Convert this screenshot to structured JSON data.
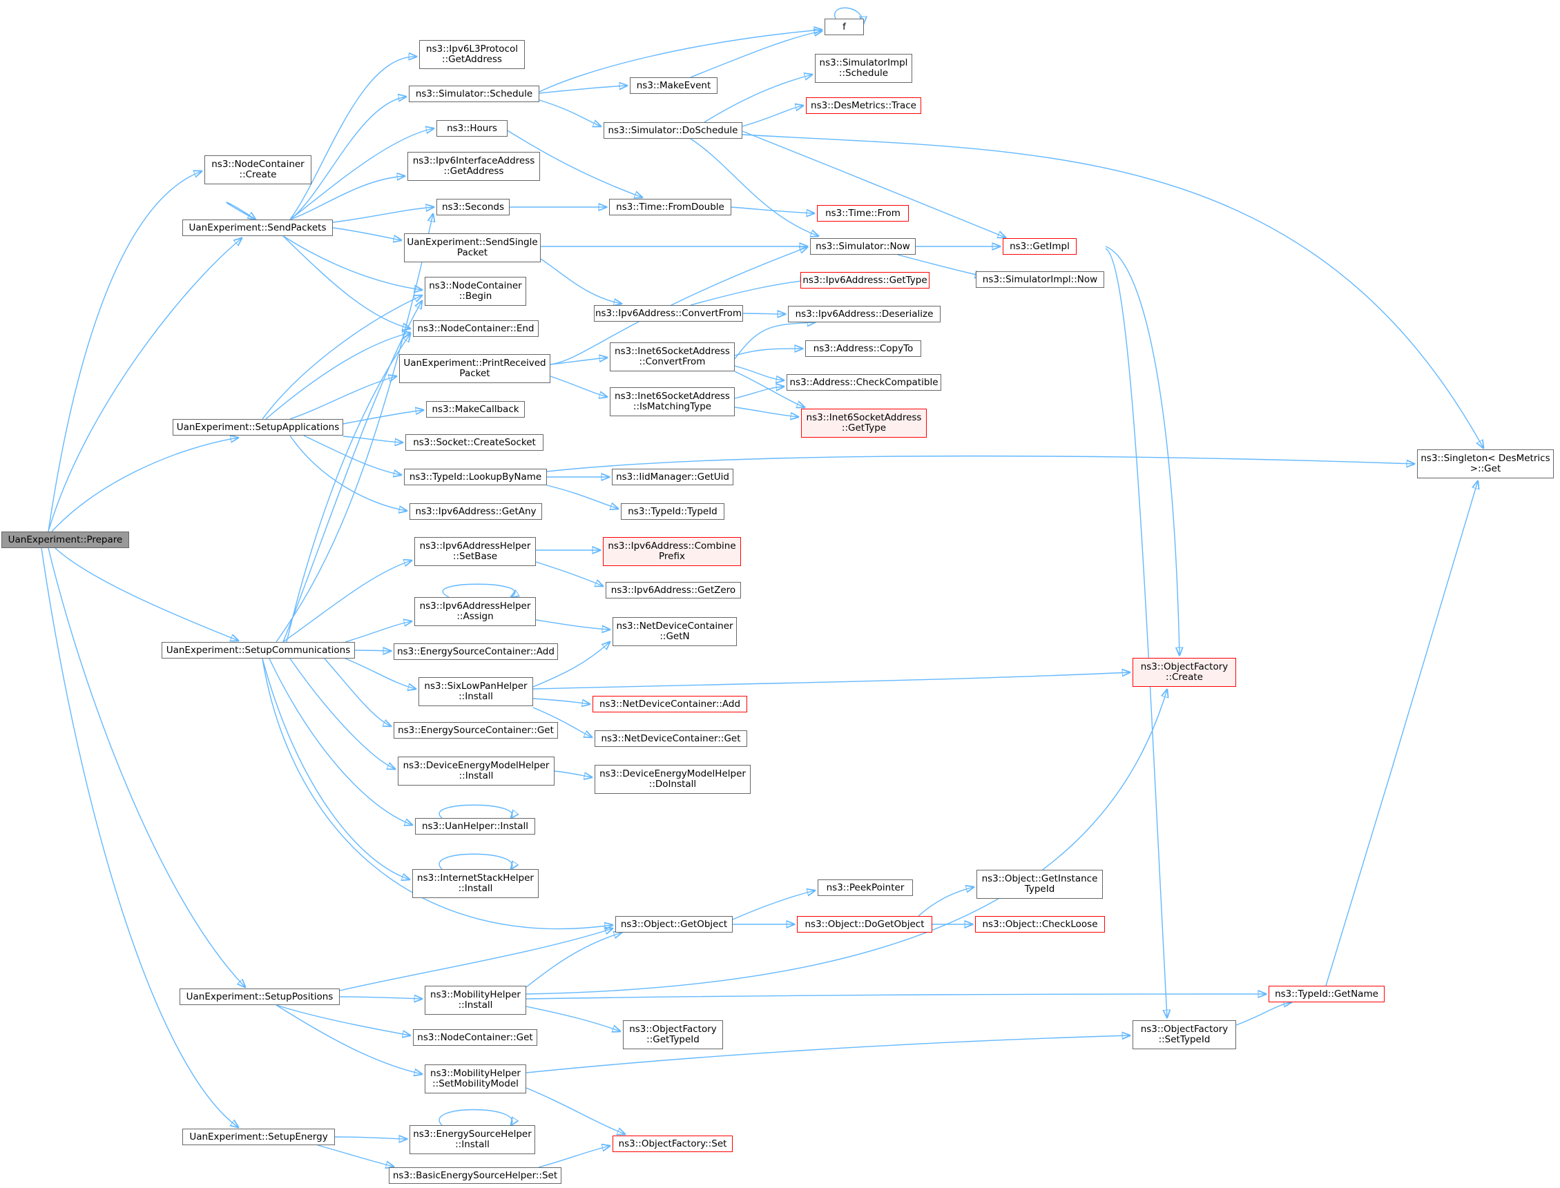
{
  "colors": {
    "edge": "#63b8ff",
    "border": "#666666",
    "truncated_border": "#ff0000",
    "truncated_fill": "#fff0f0",
    "root_fill": "#999999"
  },
  "nodes": [
    {
      "id": "prepare",
      "lines": [
        "UanExperiment::Prepare"
      ],
      "kind": "root"
    },
    {
      "id": "nc_create",
      "lines": [
        "ns3::NodeContainer",
        "::Create"
      ]
    },
    {
      "id": "sendpackets",
      "lines": [
        "UanExperiment::SendPackets"
      ]
    },
    {
      "id": "setupapps",
      "lines": [
        "UanExperiment::SetupApplications"
      ]
    },
    {
      "id": "setupcomm",
      "lines": [
        "UanExperiment::SetupCommunications"
      ]
    },
    {
      "id": "setuppos",
      "lines": [
        "UanExperiment::SetupPositions"
      ]
    },
    {
      "id": "setupenergy",
      "lines": [
        "UanExperiment::SetupEnergy"
      ]
    },
    {
      "id": "ipv6l3",
      "lines": [
        "ns3::Ipv6L3Protocol",
        "::GetAddress"
      ]
    },
    {
      "id": "sim_schedule",
      "lines": [
        "ns3::Simulator::Schedule"
      ]
    },
    {
      "id": "hours",
      "lines": [
        "ns3::Hours"
      ]
    },
    {
      "id": "ipv6ifaddr",
      "lines": [
        "ns3::Ipv6InterfaceAddress",
        "::GetAddress"
      ]
    },
    {
      "id": "seconds",
      "lines": [
        "ns3::Seconds"
      ]
    },
    {
      "id": "sendsingle",
      "lines": [
        "UanExperiment::SendSingle",
        "Packet"
      ]
    },
    {
      "id": "nc_begin",
      "lines": [
        "ns3::NodeContainer",
        "::Begin"
      ]
    },
    {
      "id": "nc_end",
      "lines": [
        "ns3::NodeContainer::End"
      ]
    },
    {
      "id": "printrecv",
      "lines": [
        "UanExperiment::PrintReceived",
        "Packet"
      ]
    },
    {
      "id": "makecallback",
      "lines": [
        "ns3::MakeCallback"
      ]
    },
    {
      "id": "createsocket",
      "lines": [
        "ns3::Socket::CreateSocket"
      ]
    },
    {
      "id": "lookupbyname",
      "lines": [
        "ns3::TypeId::LookupByName"
      ]
    },
    {
      "id": "ipv6getany",
      "lines": [
        "ns3::Ipv6Address::GetAny"
      ]
    },
    {
      "id": "ipv6helper_setbase",
      "lines": [
        "ns3::Ipv6AddressHelper",
        "::SetBase"
      ]
    },
    {
      "id": "ipv6helper_assign",
      "lines": [
        "ns3::Ipv6AddressHelper",
        "::Assign"
      ]
    },
    {
      "id": "esc_add",
      "lines": [
        "ns3::EnergySourceContainer::Add"
      ]
    },
    {
      "id": "sixlowpan",
      "lines": [
        "ns3::SixLowPanHelper",
        "::Install"
      ]
    },
    {
      "id": "esc_get",
      "lines": [
        "ns3::EnergySourceContainer::Get"
      ]
    },
    {
      "id": "demh_install",
      "lines": [
        "ns3::DeviceEnergyModelHelper",
        "::Install"
      ]
    },
    {
      "id": "uanhelper",
      "lines": [
        "ns3::UanHelper::Install"
      ]
    },
    {
      "id": "inetstack",
      "lines": [
        "ns3::InternetStackHelper",
        "::Install"
      ]
    },
    {
      "id": "getobject",
      "lines": [
        "ns3::Object::GetObject"
      ]
    },
    {
      "id": "mobility_install",
      "lines": [
        "ns3::MobilityHelper",
        "::Install"
      ]
    },
    {
      "id": "nc_get",
      "lines": [
        "ns3::NodeContainer::Get"
      ]
    },
    {
      "id": "mobility_setmodel",
      "lines": [
        "ns3::MobilityHelper",
        "::SetMobilityModel"
      ]
    },
    {
      "id": "esh_install",
      "lines": [
        "ns3::EnergySourceHelper",
        "::Install"
      ]
    },
    {
      "id": "besh_set",
      "lines": [
        "ns3::BasicEnergySourceHelper::Set"
      ]
    },
    {
      "id": "f",
      "lines": [
        "f"
      ]
    },
    {
      "id": "makeevent",
      "lines": [
        "ns3::MakeEvent"
      ]
    },
    {
      "id": "doschedule",
      "lines": [
        "ns3::Simulator::DoSchedule"
      ]
    },
    {
      "id": "time_fromdouble",
      "lines": [
        "ns3::Time::FromDouble"
      ]
    },
    {
      "id": "sim_now",
      "lines": [
        "ns3::Simulator::Now"
      ]
    },
    {
      "id": "convertfrom",
      "lines": [
        "ns3::Ipv6Address::ConvertFrom"
      ]
    },
    {
      "id": "inet6_convertfrom",
      "lines": [
        "ns3::Inet6SocketAddress",
        "::ConvertFrom"
      ]
    },
    {
      "id": "inet6_ismatching",
      "lines": [
        "ns3::Inet6SocketAddress",
        "::IsMatchingType"
      ]
    },
    {
      "id": "iidmanager",
      "lines": [
        "ns3::IidManager::GetUid"
      ]
    },
    {
      "id": "typeid_typeid",
      "lines": [
        "ns3::TypeId::TypeId"
      ]
    },
    {
      "id": "combineprefix",
      "lines": [
        "ns3::Ipv6Address::Combine",
        "Prefix"
      ],
      "kind": "pink"
    },
    {
      "id": "ipv6_getzero",
      "lines": [
        "ns3::Ipv6Address::GetZero"
      ]
    },
    {
      "id": "ndc_getn",
      "lines": [
        "ns3::NetDeviceContainer",
        "::GetN"
      ]
    },
    {
      "id": "ndc_add",
      "lines": [
        "ns3::NetDeviceContainer::Add"
      ],
      "kind": "red"
    },
    {
      "id": "ndc_get",
      "lines": [
        "ns3::NetDeviceContainer::Get"
      ]
    },
    {
      "id": "demh_doinstall",
      "lines": [
        "ns3::DeviceEnergyModelHelper",
        "::DoInstall"
      ]
    },
    {
      "id": "peekpointer",
      "lines": [
        "ns3::PeekPointer"
      ]
    },
    {
      "id": "dogetobject",
      "lines": [
        "ns3::Object::DoGetObject"
      ],
      "kind": "red"
    },
    {
      "id": "of_gettypeid",
      "lines": [
        "ns3::ObjectFactory",
        "::GetTypeId"
      ]
    },
    {
      "id": "of_set",
      "lines": [
        "ns3::ObjectFactory::Set"
      ],
      "kind": "red"
    },
    {
      "id": "simimpl_schedule",
      "lines": [
        "ns3::SimulatorImpl",
        "::Schedule"
      ]
    },
    {
      "id": "desmetrics_trace",
      "lines": [
        "ns3::DesMetrics::Trace"
      ],
      "kind": "red"
    },
    {
      "id": "time_from",
      "lines": [
        "ns3::Time::From"
      ],
      "kind": "red"
    },
    {
      "id": "ipv6_gettype",
      "lines": [
        "ns3::Ipv6Address::GetType"
      ],
      "kind": "red"
    },
    {
      "id": "ipv6_deserialize",
      "lines": [
        "ns3::Ipv6Address::Deserialize"
      ]
    },
    {
      "id": "address_copyto",
      "lines": [
        "ns3::Address::CopyTo"
      ]
    },
    {
      "id": "address_checkcompat",
      "lines": [
        "ns3::Address::CheckCompatible"
      ]
    },
    {
      "id": "inet6_gettype",
      "lines": [
        "ns3::Inet6SocketAddress",
        "::GetType"
      ],
      "kind": "pink"
    },
    {
      "id": "getinstancetypeid",
      "lines": [
        "ns3::Object::GetInstance",
        "TypeId"
      ]
    },
    {
      "id": "checkloose",
      "lines": [
        "ns3::Object::CheckLoose"
      ],
      "kind": "red"
    },
    {
      "id": "getimpl",
      "lines": [
        "ns3::GetImpl"
      ],
      "kind": "red"
    },
    {
      "id": "simimpl_now",
      "lines": [
        "ns3::SimulatorImpl::Now"
      ]
    },
    {
      "id": "of_create",
      "lines": [
        "ns3::ObjectFactory",
        "::Create"
      ],
      "kind": "pink"
    },
    {
      "id": "of_settypeid",
      "lines": [
        "ns3::ObjectFactory",
        "::SetTypeId"
      ]
    },
    {
      "id": "typeid_getname",
      "lines": [
        "ns3::TypeId::GetName"
      ],
      "kind": "red"
    },
    {
      "id": "singleton_get",
      "lines": [
        "ns3::Singleton< DesMetrics",
        ">::Get"
      ]
    }
  ]
}
